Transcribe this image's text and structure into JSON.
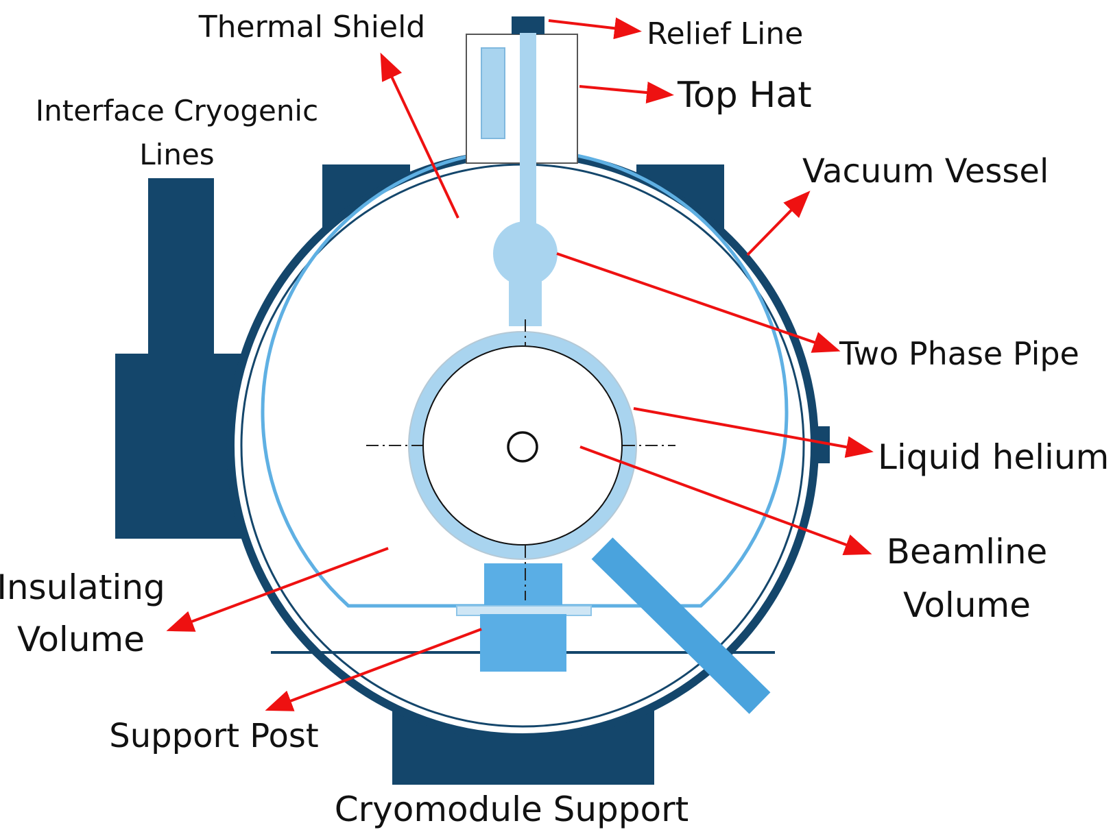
{
  "labels": {
    "thermal_shield": "Thermal Shield",
    "relief_line": "Relief Line",
    "top_hat": "Top Hat",
    "interface_cryogenic_lines_1": "Interface Cryogenic",
    "interface_cryogenic_lines_2": "Lines",
    "vacuum_vessel": "Vacuum Vessel",
    "two_phase_pipe": "Two Phase Pipe",
    "liquid_helium": "Liquid helium",
    "beamline_volume_1": "Beamline",
    "beamline_volume_2": "Volume",
    "insulating_volume_1": "Insulating",
    "insulating_volume_2": "Volume",
    "support_post": "Support Post",
    "cryomodule_support": "Cryomodule Support"
  },
  "colors": {
    "dark_blue": "#14466b",
    "light_blue": "#a9d4ef",
    "mid_blue": "#4aa3dd",
    "shield_blue": "#5fb0e3",
    "arrow_red": "#ee1111"
  }
}
